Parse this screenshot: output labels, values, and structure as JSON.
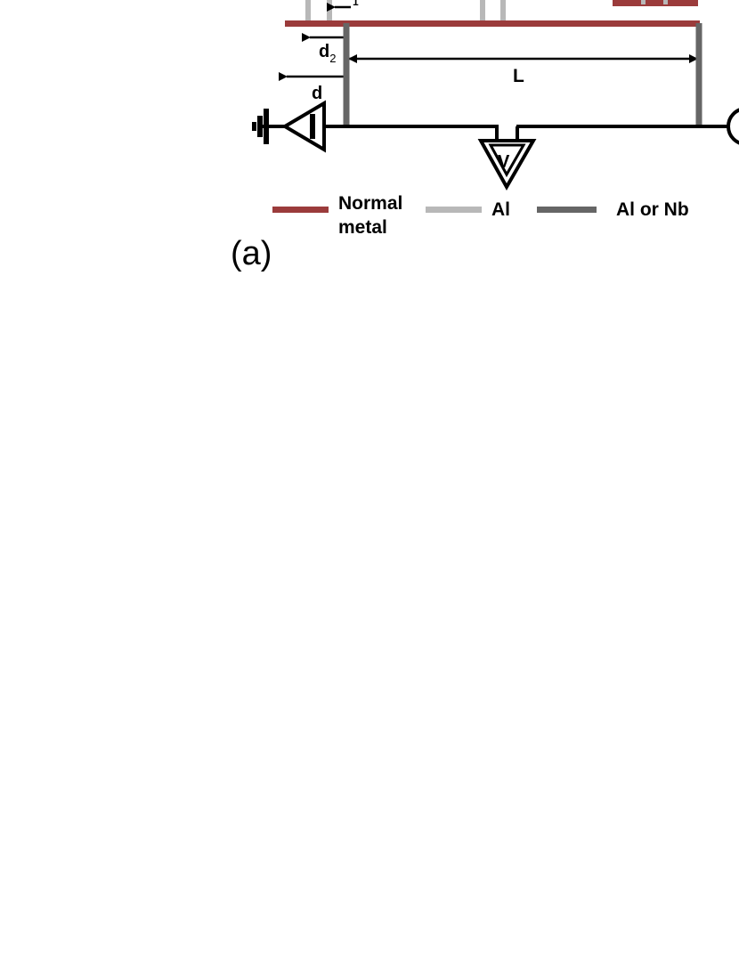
{
  "labels": {
    "d2_main": "d",
    "d2_sub": "2",
    "d": "d",
    "L": "L",
    "voltmeter": "V",
    "top_partial": "1"
  },
  "legend": [
    {
      "text_line1": "Normal",
      "text_line2": "metal",
      "color": "#9b3b3b"
    },
    {
      "text_line1": "Al",
      "text_line2": "",
      "color": "#b8b8b8"
    },
    {
      "text_line1": "Al or Nb",
      "text_line2": "",
      "color": "#666666"
    }
  ],
  "panel_label": "(a)",
  "colors": {
    "normal_metal": "#9b3b3b",
    "al": "#b8b8b8",
    "al_or_nb": "#666666",
    "wire": "#000000"
  }
}
